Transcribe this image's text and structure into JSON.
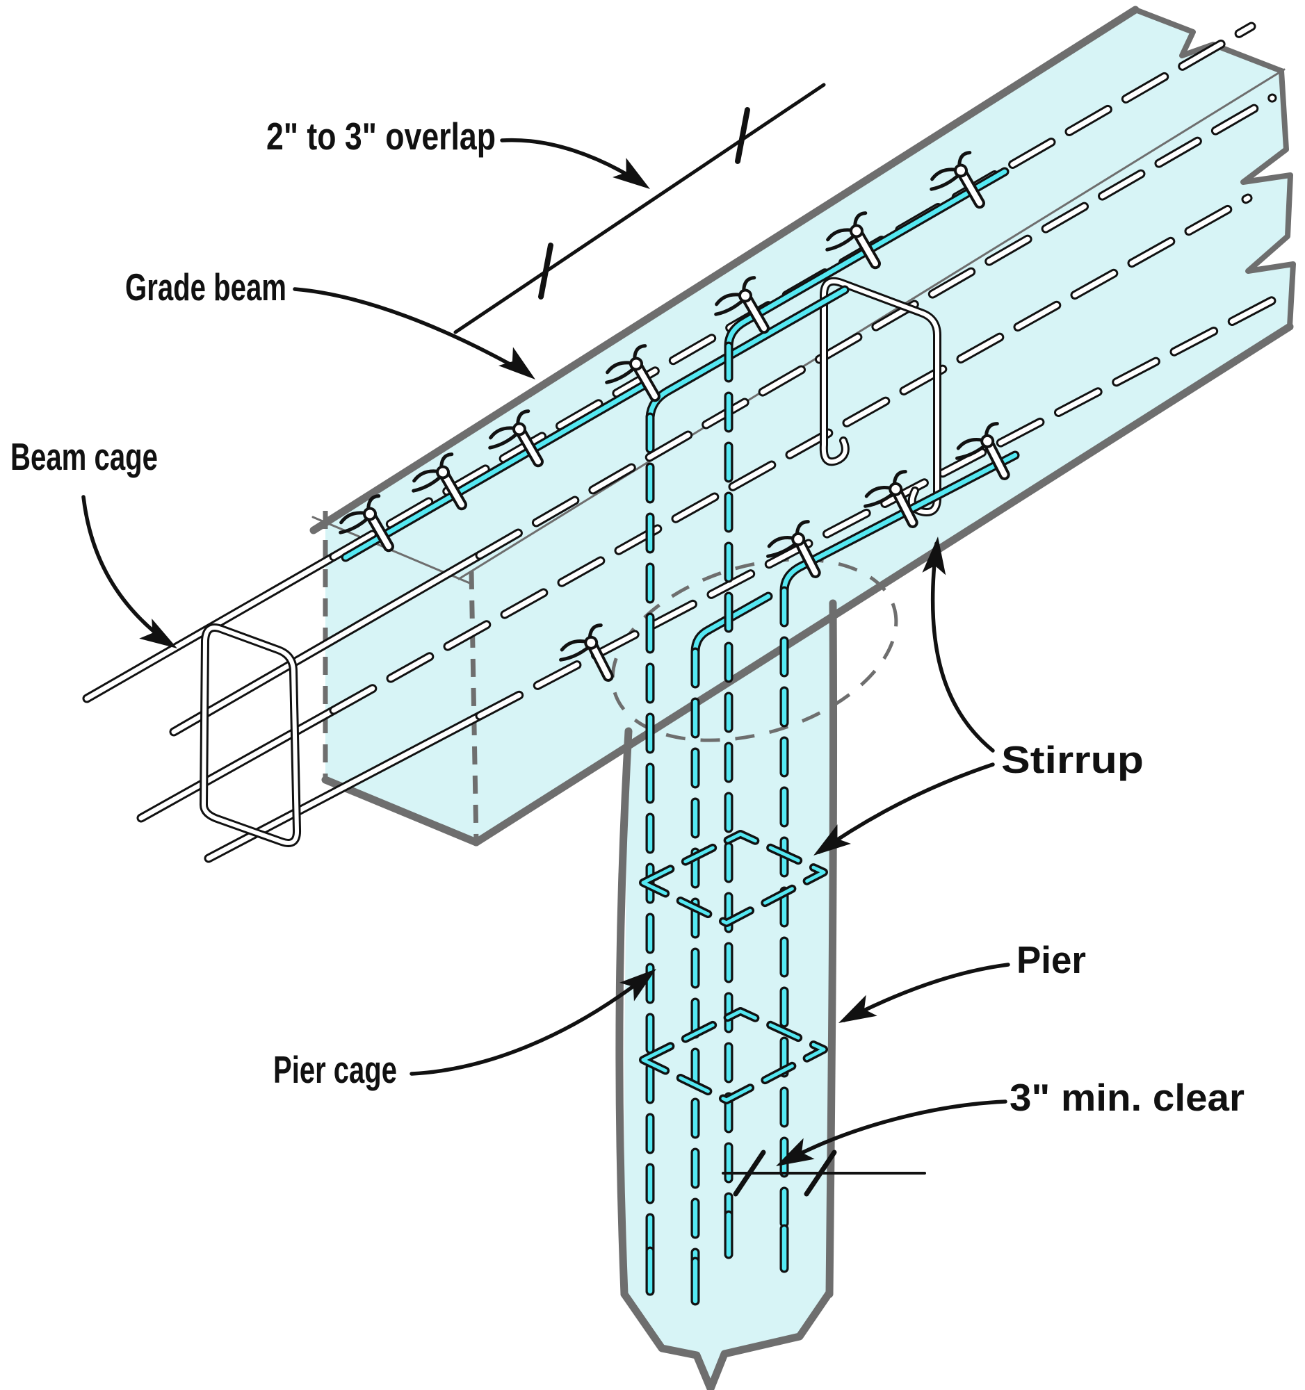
{
  "figure": {
    "background": "#ffffff",
    "colors": {
      "concrete_fill": "#d7f4f6",
      "rebar_highlight": "#55e8f2",
      "outline_gray": "#6e6e6e",
      "ink": "#111111"
    },
    "labels": {
      "overlap": {
        "text": "2\" to 3\" overlap"
      },
      "grade_beam": {
        "text": "Grade beam"
      },
      "beam_cage": {
        "text": "Beam cage"
      },
      "stirrup": {
        "text": "Stirrup"
      },
      "pier": {
        "text": "Pier"
      },
      "pier_cage": {
        "text": "Pier cage"
      },
      "min_clear": {
        "text": "3\" min. clear"
      }
    }
  }
}
